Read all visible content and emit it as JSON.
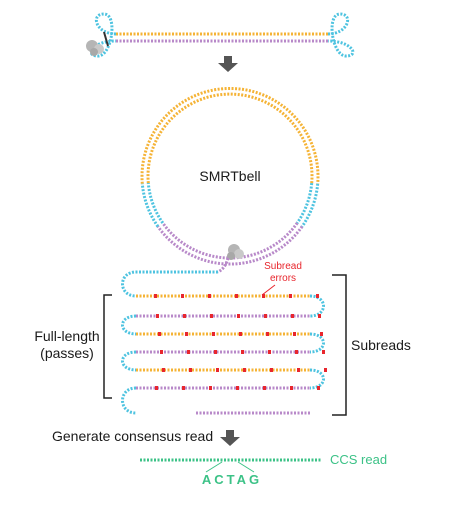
{
  "labels": {
    "smrtbell": "SMRTbell",
    "subread_errors_line1": "Subread",
    "subread_errors_line2": "errors",
    "full_length_line1": "Full-length",
    "full_length_line2": "(passes)",
    "subreads": "Subreads",
    "generate_consensus": "Generate consensus read",
    "ccs_read": "CCS read",
    "consensus_sequence": "ACTAG"
  },
  "colors": {
    "insert": "#f5b335",
    "adapter": "#4ec3e0",
    "complement": "#b889c9",
    "error": "#e8262d",
    "ccs": "#3cc287",
    "arrow": "#555555",
    "bracket": "#222222",
    "polymerase": "#b5b5b5"
  },
  "icons": {
    "polymerase": "polymerase-icon",
    "down_arrow": "down-arrow-icon"
  }
}
